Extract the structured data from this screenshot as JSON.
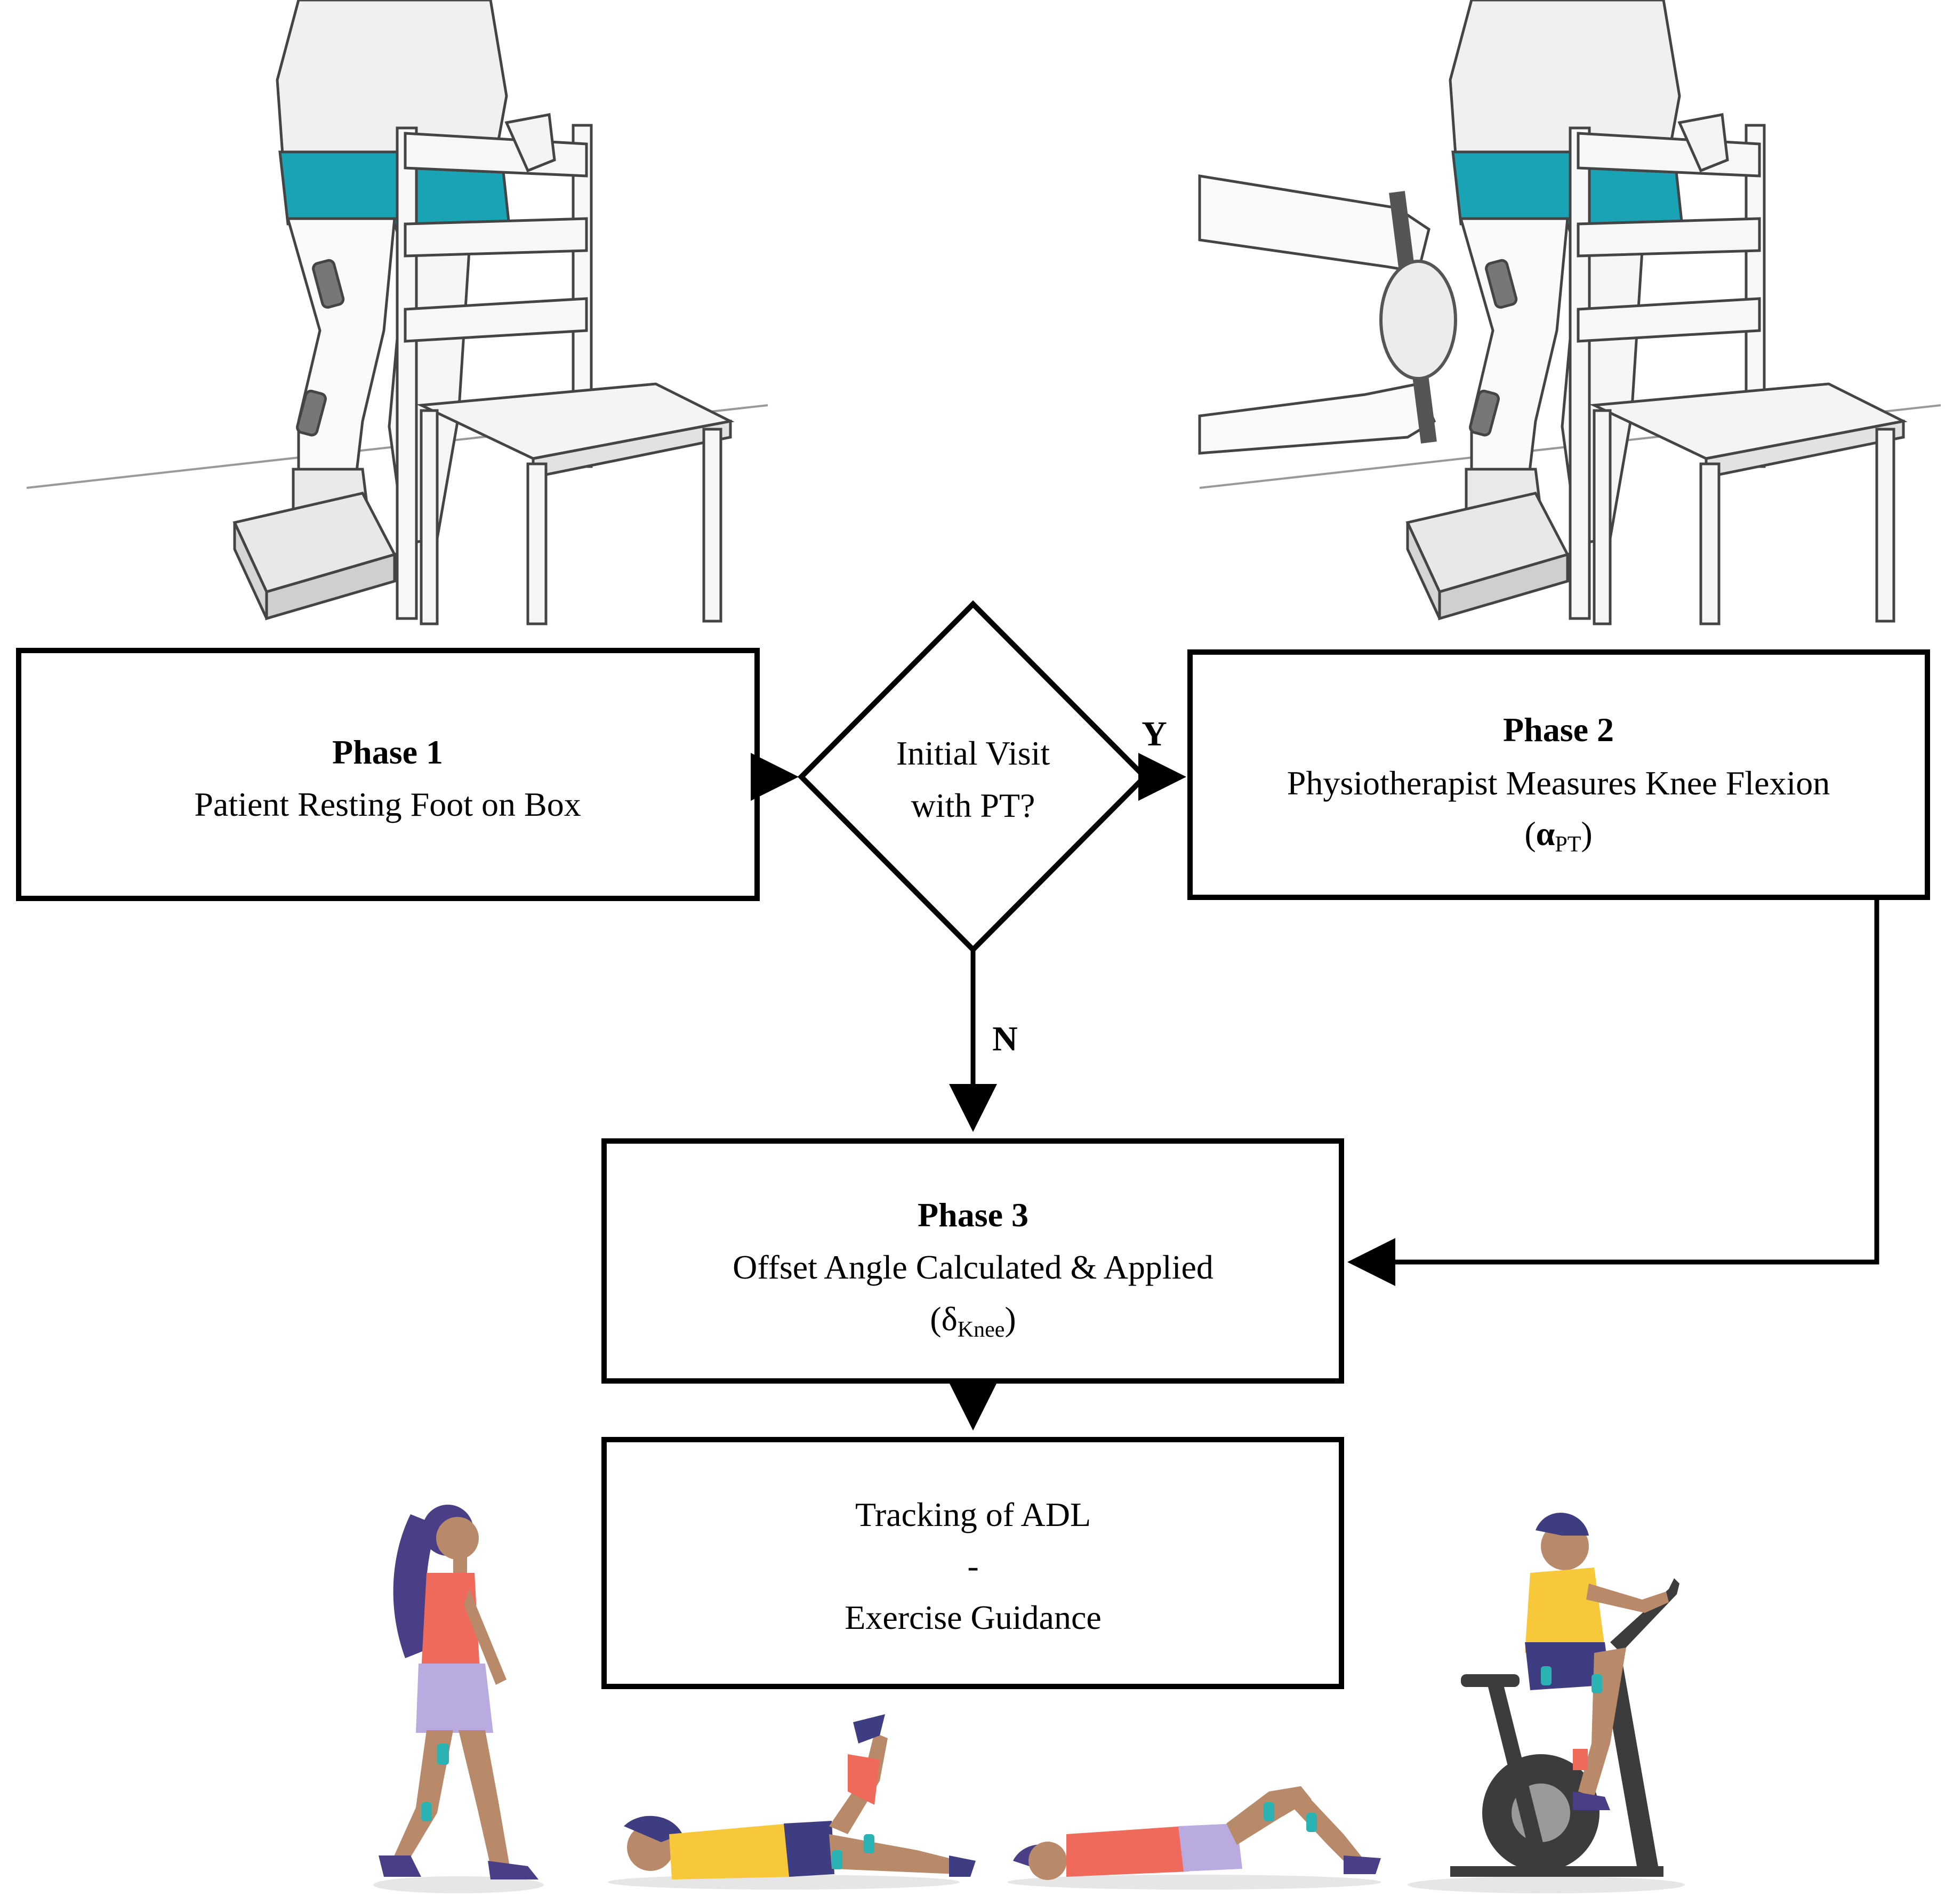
{
  "phase1": {
    "title": "Phase 1",
    "desc": "Patient Resting Foot on Box"
  },
  "decision": {
    "line1": "Initial Visit",
    "line2": "with PT?",
    "yes_label": "Y",
    "no_label": "N"
  },
  "phase2": {
    "title": "Phase 2",
    "desc": "Physiotherapist Measures Knee Flexion",
    "symbol": "α",
    "symbol_sub": "PT"
  },
  "phase3": {
    "title": "Phase 3",
    "desc": "Offset Angle Calculated & Applied",
    "symbol": "δ",
    "symbol_sub": "Knee"
  },
  "tracking": {
    "line1": "Tracking of ADL",
    "line2": "-",
    "line3": "Exercise Guidance"
  },
  "colors": {
    "shorts_teal": "#1aa3b5",
    "shirt_coral": "#ef6a5a",
    "shirt_yellow": "#f6c83a",
    "shorts_lavender": "#b9abe0",
    "shorts_navy": "#3f3d82",
    "hair_purple": "#4a3f86",
    "skin_tan": "#b98a6a",
    "bike_dark": "#3c3c3c",
    "sensor_teal": "#2bb3b3"
  }
}
